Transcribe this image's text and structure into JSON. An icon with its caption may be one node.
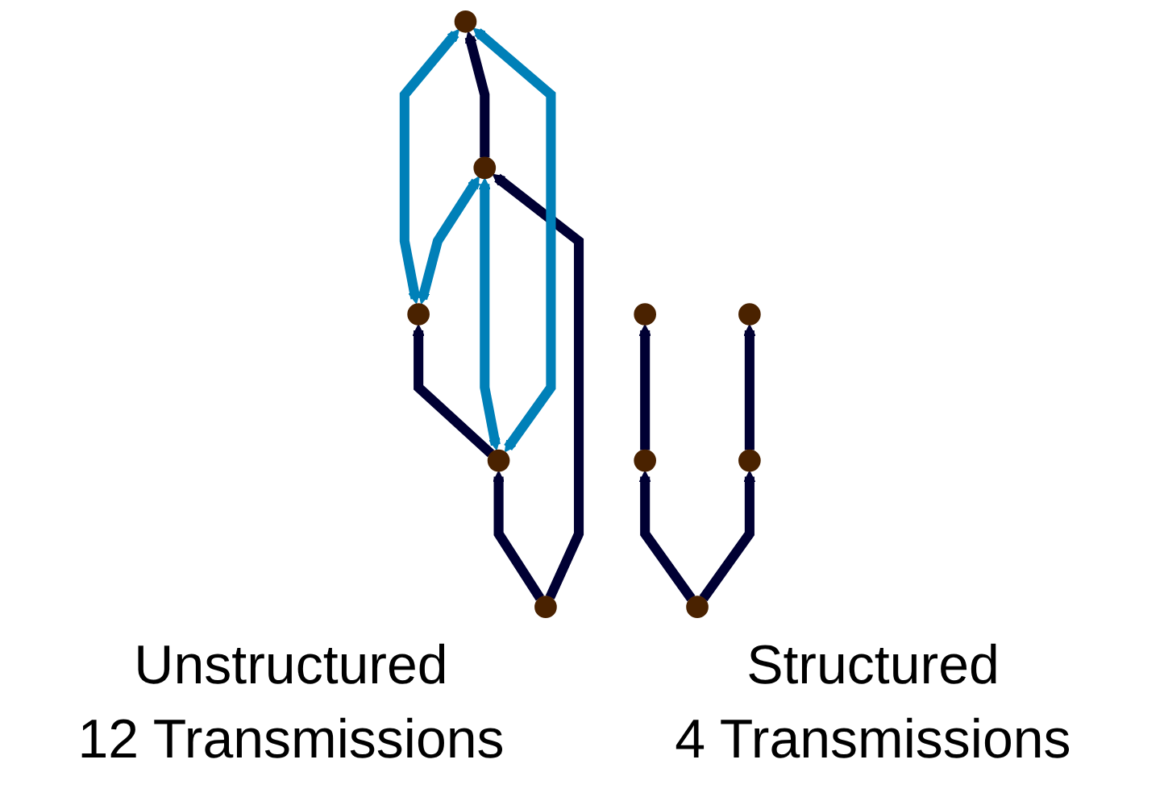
{
  "diagram": {
    "nodes": [
      {
        "text": [],
        "shape": "circle"
      },
      {
        "text": [],
        "shape": "circle"
      },
      {
        "text": [],
        "shape": "circle"
      },
      {
        "text": [],
        "shape": "circle"
      },
      {
        "text": [],
        "shape": "circle"
      },
      {
        "text": [],
        "shape": "circle"
      },
      {
        "text": [],
        "shape": "circle"
      },
      {
        "text": [],
        "shape": "circle"
      },
      {
        "text": [],
        "shape": "circle"
      },
      {
        "text": [],
        "shape": "circle"
      }
    ],
    "edges": [
      {
        "from": 8,
        "to": 4,
        "arrow": "to"
      },
      {
        "from": 8,
        "to": 5,
        "arrow": "to"
      },
      {
        "from": 4,
        "to": 0,
        "arrow": "to"
      },
      {
        "from": 5,
        "to": 1,
        "arrow": "to"
      },
      {
        "from": 0,
        "to": 1,
        "arrow": "both",
        "color": "#0080b8"
      },
      {
        "from": 4,
        "to": 5,
        "arrow": "both",
        "color": "#0080b8"
      },
      {
        "from": 4,
        "to": 1,
        "arrow": "both",
        "color": "#0080b8"
      },
      {
        "from": 0,
        "to": 5,
        "arrow": "both",
        "color": "#0080b8"
      },
      {
        "from": 9,
        "to": 6,
        "arrow": "to"
      },
      {
        "from": 9,
        "to": 7,
        "arrow": "to"
      },
      {
        "from": 6,
        "to": 2,
        "arrow": "to"
      },
      {
        "from": 7,
        "to": 3,
        "arrow": "to"
      }
    ],
    "labels": [
      "Unstructured",
      "Structured",
      "12 Transmissions",
      "4 Transmissions"
    ]
  }
}
